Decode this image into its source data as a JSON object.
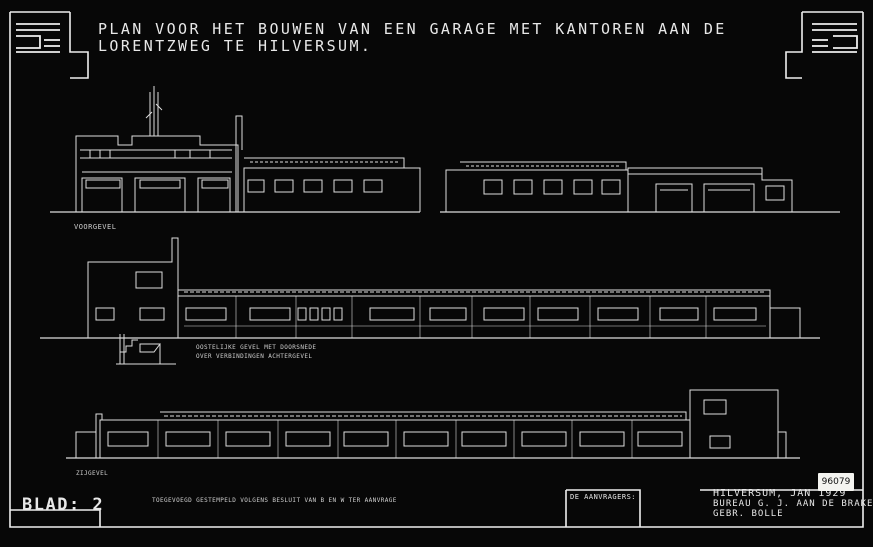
{
  "title": {
    "line1": "PLAN VOOR HET BOUWEN VAN EEN GARAGE MET KANTOREN AAN DE",
    "line2": "LORENTZWEG TE HILVERSUM."
  },
  "labels": {
    "front_elevation": "VOORGEVEL",
    "rear_elevation_line1": "OOSTELIJKE GEVEL MET DOORSNEDE",
    "rear_elevation_line2": "OVER VERBINDINGEN ACHTERGEVEL",
    "side_elevation": "ZIJGEVEL"
  },
  "sheet_number": "BLAD: 2",
  "note": "TOEGEVOEGD GESTEMPELD VOLGENS BESLUIT VAN B EN W TER AANVRAGE",
  "applicants_label": "DE AANVRAGERS:",
  "signature": {
    "line1": "HILVERSUM, JAN 1929",
    "line2": "BUREAU G. J. AAN DE BRAKE",
    "line3": "GEBR. BOLLE"
  },
  "archive_stamp": "96079"
}
